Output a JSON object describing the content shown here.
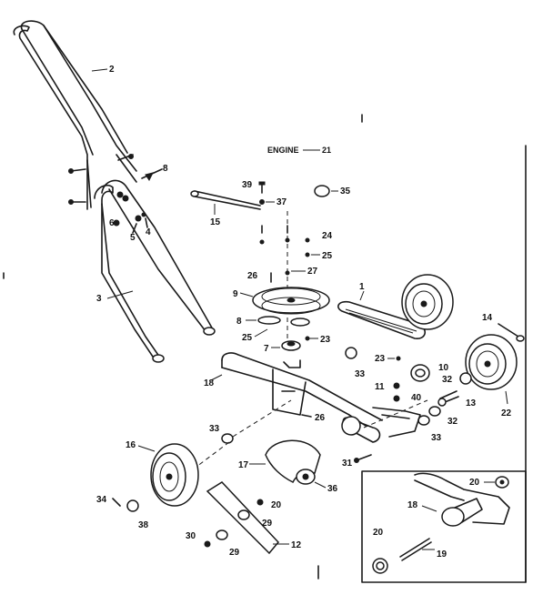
{
  "engine_label": "ENGINE",
  "engine_number": "21",
  "labels": {
    "handle_upper": "2",
    "handle_lower": "3",
    "bolt_4": "4",
    "bolt_5": "5",
    "knob_6": "6",
    "belt": "1",
    "pulley_large": "9",
    "plate_8": "8",
    "spacer_7": "7",
    "washer_23a": "23",
    "washer_23b": "23",
    "washer_24": "24",
    "washer_25a": "25",
    "washer_25b": "25",
    "bolt_26a": "26",
    "bolt_26b": "26",
    "bolt_27": "27",
    "bolt_39": "39",
    "pin_37": "37",
    "control_rod": "15",
    "cap_35": "35",
    "frame": "18",
    "bearing_10": "10",
    "nut_11": "11",
    "shaft_13": "13",
    "spring_14": "14",
    "wheel_front": "16",
    "wheel_rear": "22",
    "guard": "17",
    "blade": "12",
    "nut_20a": "20",
    "washer_29a": "29",
    "washer_29b": "29",
    "nut_30": "30",
    "bolt_31": "31",
    "washer_32a": "32",
    "washer_32b": "32",
    "washer_33a": "33",
    "washer_33b": "33",
    "washer_33c": "33",
    "pin_34": "34",
    "bolt_36": "36",
    "washer_38": "38",
    "washer_40": "40",
    "inset_frame": "18",
    "inset_shaft": "19",
    "inset_nut_a": "20",
    "inset_nut_b": "20"
  }
}
